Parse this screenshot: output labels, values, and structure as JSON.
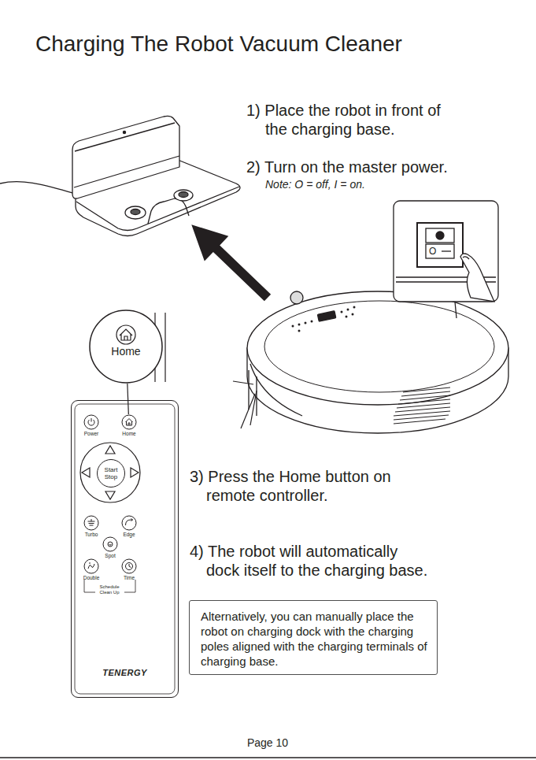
{
  "diagram": {
    "title": "Charging The Robot Vacuum Cleaner",
    "nodes": [
      {
        "text": [
          "Home"
        ]
      },
      {
        "text": [
          "TENERGY"
        ]
      },
      {
        "text": [
          "Power"
        ],
        "in": 1
      },
      {
        "text": [
          "Home"
        ],
        "in": 1
      },
      {
        "text": [
          "Start Stop"
        ],
        "in": 1
      },
      {
        "text": [
          "Turbo"
        ],
        "in": 1
      },
      {
        "text": [
          "Edge"
        ],
        "in": 1
      },
      {
        "text": [
          "Spot"
        ],
        "in": 1
      },
      {
        "text": [
          "Double"
        ],
        "in": 1
      },
      {
        "text": [
          "Time"
        ],
        "in": 1
      },
      {
        "text": [
          "Alternatively, you can manually place the robot on charging dock with the charging poles aligned with the charging terminals of charging base."
        ]
      }
    ],
    "edges": [
      {
        "from": 0,
        "to": 3,
        "arrow": "none"
      }
    ],
    "labels": [
      "1) Place the robot in front of the charging base.",
      "2) Turn on the master power.",
      "Note: O = off, I = on.",
      "O",
      "3) Press the Home button on remote controller.",
      "4) The robot will automatically dock itself to the charging base.",
      "Schedule Clean Up",
      "Page 10"
    ]
  }
}
